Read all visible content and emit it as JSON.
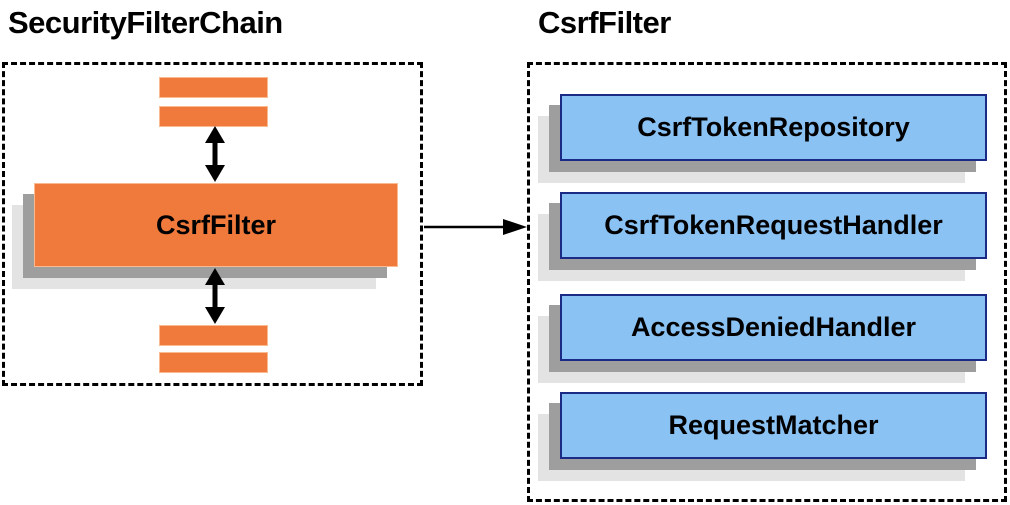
{
  "left_panel": {
    "title": "SecurityFilterChain",
    "filter_label": "CsrfFilter"
  },
  "right_panel": {
    "title": "CsrfFilter",
    "components": [
      {
        "label": "CsrfTokenRepository"
      },
      {
        "label": "CsrfTokenRequestHandler"
      },
      {
        "label": "AccessDeniedHandler"
      },
      {
        "label": "RequestMatcher"
      }
    ]
  },
  "colors": {
    "orange_fill": "#F0793C",
    "orange_border": "#F9BA90",
    "blue_fill": "#8AC2F4",
    "blue_border": "#1A2A85",
    "shadow_dark": "#9E9E9E",
    "shadow_light": "#E3E3E3",
    "line": "#000000",
    "text": "#000000"
  }
}
